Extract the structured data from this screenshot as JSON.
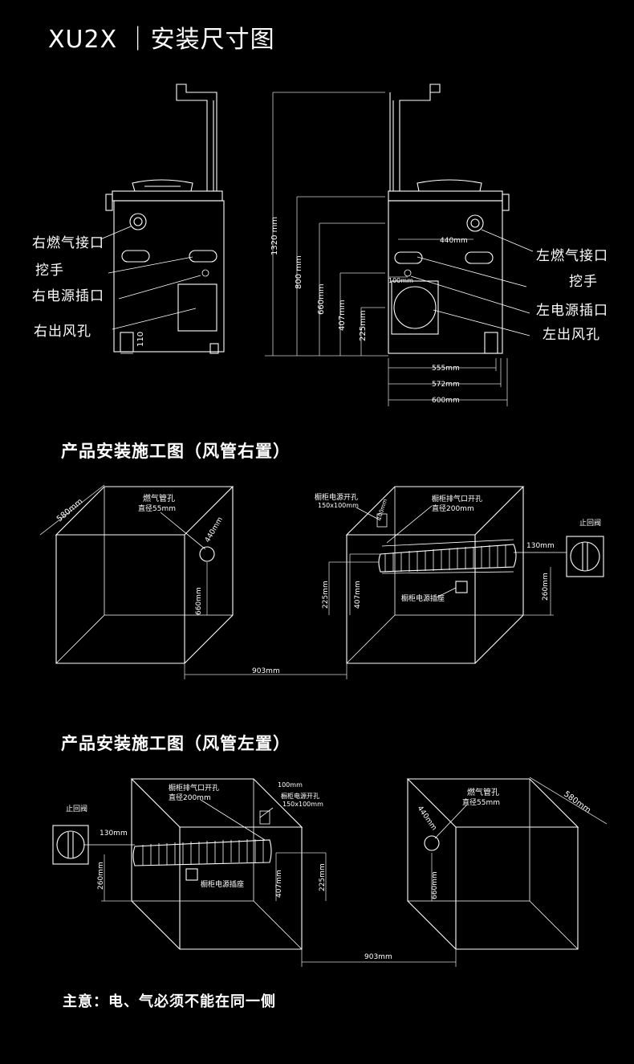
{
  "header": {
    "title": "XU2X ｜安装尺寸图"
  },
  "top": {
    "left_callouts": [
      "右燃气接口",
      "挖手",
      "右电源插口",
      "右出风孔"
    ],
    "right_callouts": [
      "左燃气接口",
      "挖手",
      "左电源插口",
      "左出风孔"
    ],
    "dims": {
      "h110": "110",
      "h1320": "1320 mm",
      "h800": "800 mm",
      "h660": "660mm",
      "h407": "407mm",
      "h225": "225mm",
      "w440": "440mm",
      "w100": "100mm",
      "w555": "555mm",
      "w572": "572mm",
      "w600": "600mm"
    }
  },
  "section_right": {
    "title": "产品安装施工图（风管右置）",
    "gas_hole": "燃气管孔",
    "gas_dia": "直径55mm",
    "power_hole": "橱柜电源开孔",
    "power_size": "150x100mm",
    "exhaust_hole": "橱柜排气口开孔",
    "exhaust_dia": "直径200mm",
    "socket": "橱柜电源插座",
    "check_valve": "止回阀",
    "d580": "580mm",
    "d440": "440mm",
    "d660": "660mm",
    "d225": "225mm",
    "d407": "407mm",
    "d260": "260mm",
    "d130": "130mm",
    "d100": "100mm",
    "d903": "903mm"
  },
  "section_left": {
    "title": "产品安装施工图（风管左置）",
    "check_valve": "止回阀",
    "exhaust_hole": "橱柜排气口开孔",
    "exhaust_dia": "直径200mm",
    "power_hole": "橱柜电源开孔",
    "power_size": "150x100mm",
    "socket": "橱柜电源插座",
    "gas_hole": "燃气管孔",
    "gas_dia": "直径55mm",
    "d100": "100mm",
    "d130": "130mm",
    "d260": "260mm",
    "d407": "407mm",
    "d225": "225mm",
    "d440": "440mm",
    "d660": "660mm",
    "d580": "580mm",
    "d903": "903mm"
  },
  "footer": {
    "note": "主意：电、气必须不能在同一侧"
  }
}
